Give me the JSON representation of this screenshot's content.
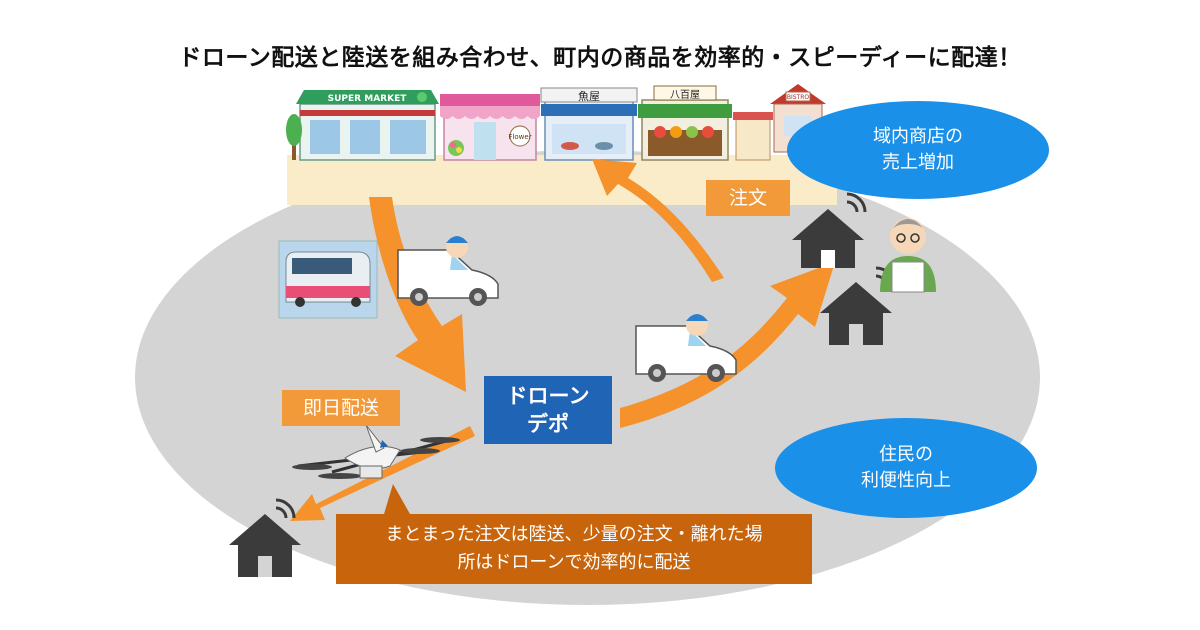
{
  "header": {
    "title": "ドローン配送と陸送を組み合わせ、町内の商品を効率的・スピーディーに配達！"
  },
  "shops": {
    "supermarket_sign": "SUPER MARKET",
    "fish_sign": "魚屋",
    "greengrocer_sign": "八百屋",
    "flower_sign": "Flower",
    "bistro_sign": "BISTRO"
  },
  "labels": {
    "order": "注文",
    "same_day": "即日配送"
  },
  "depot": {
    "line1": "ドローン",
    "line2": "デポ"
  },
  "bubbles": {
    "sales_line1": "域内商店の",
    "sales_line2": "売上増加",
    "residents_line1": "住民の",
    "residents_line2": "利便性向上"
  },
  "note": {
    "line1": "まとまった注文は陸送、少量の注文・離れた場",
    "line2": "所はドローンで効率的に配送"
  },
  "colors": {
    "arrow": "#f5922b",
    "depot": "#1f64b5",
    "bubble": "#1b90e8",
    "note": "#c8650c",
    "house": "#3b3b3b"
  },
  "icons": [
    "house-wifi-icon",
    "van-icon",
    "drone-icon",
    "bus-icon",
    "shopkeeper-icon"
  ]
}
